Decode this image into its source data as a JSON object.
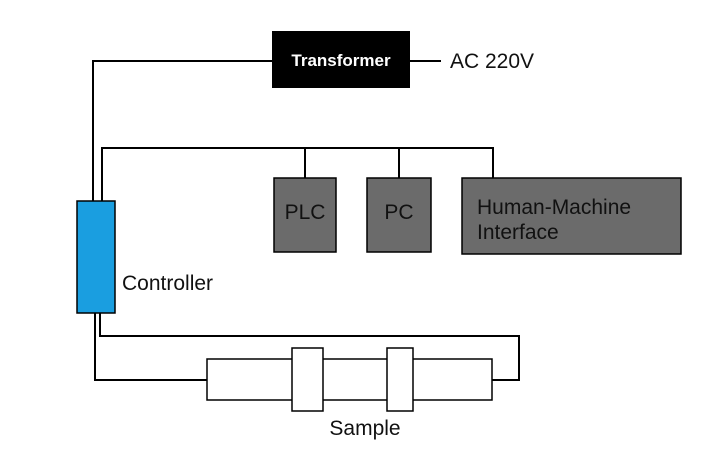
{
  "diagram": {
    "transformer": {
      "label": "Transformer"
    },
    "power_input": {
      "label": "AC 220V"
    },
    "controller": {
      "label": "Controller"
    },
    "plc": {
      "label": "PLC"
    },
    "pc": {
      "label": "PC"
    },
    "hmi": {
      "label_line1": "Human-Machine",
      "label_line2": "Interface"
    },
    "sample": {
      "label": "Sample"
    }
  },
  "colors": {
    "transformer_fill": "#000000",
    "transformer_text": "#ffffff",
    "controller_fill": "#1a9ee0",
    "device_fill": "#6b6b6b",
    "device_text": "#111111",
    "wire": "#000000",
    "sample_fill": "#ffffff"
  }
}
